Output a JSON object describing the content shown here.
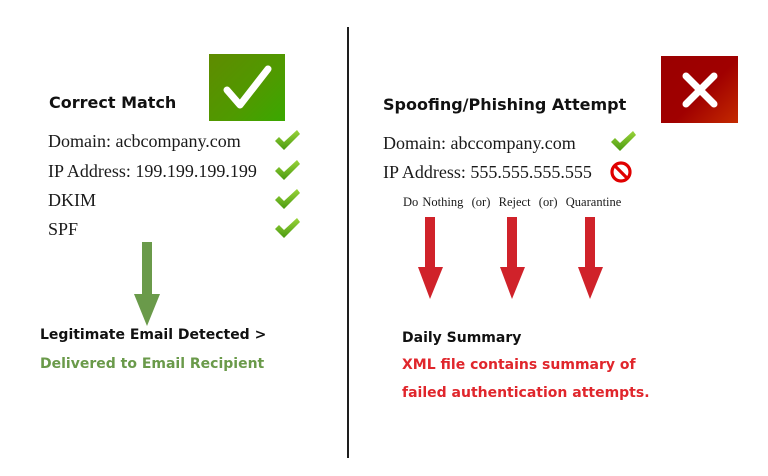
{
  "colors": {
    "green_badge": "#4f9a00",
    "red_badge": "#a00000",
    "check_green": "#6cbf1e",
    "green_arrow": "#6a9a4a",
    "red_arrow": "#d0222a",
    "deny_red": "#e00000",
    "divider": "#1e1e1e",
    "outcome_green": "#6a9a4a",
    "outcome_red": "#e0262c"
  },
  "left": {
    "heading": "Correct Match",
    "badge_icon": "check-icon",
    "rows": [
      {
        "label": "Domain: acbcompany.com",
        "status": "check"
      },
      {
        "label": "IP Address: 199.199.199.199",
        "status": "check"
      },
      {
        "label": "DKIM",
        "status": "check"
      },
      {
        "label": "SPF",
        "status": "check"
      }
    ],
    "arrow_icon": "down-arrow-icon",
    "outcome_title": "Legitimate Email Detected >",
    "outcome_detail": "Delivered to Email Recipient"
  },
  "right": {
    "heading": "Spoofing/Phishing Attempt",
    "badge_icon": "x-icon",
    "rows": [
      {
        "label": "Domain: abccompany.com",
        "status": "check"
      },
      {
        "label": "IP Address: 555.555.555.555",
        "status": "deny"
      }
    ],
    "actions_line": "Do Nothing  (or)  Reject  (or)  Quarantine",
    "actions": [
      "Do Nothing",
      "Reject",
      "Quarantine"
    ],
    "separator": "(or)",
    "arrow_icon": "down-arrow-icon",
    "outcome_title": "Daily Summary",
    "outcome_line1": "XML file contains summary of",
    "outcome_line2": "failed authentication attempts."
  }
}
